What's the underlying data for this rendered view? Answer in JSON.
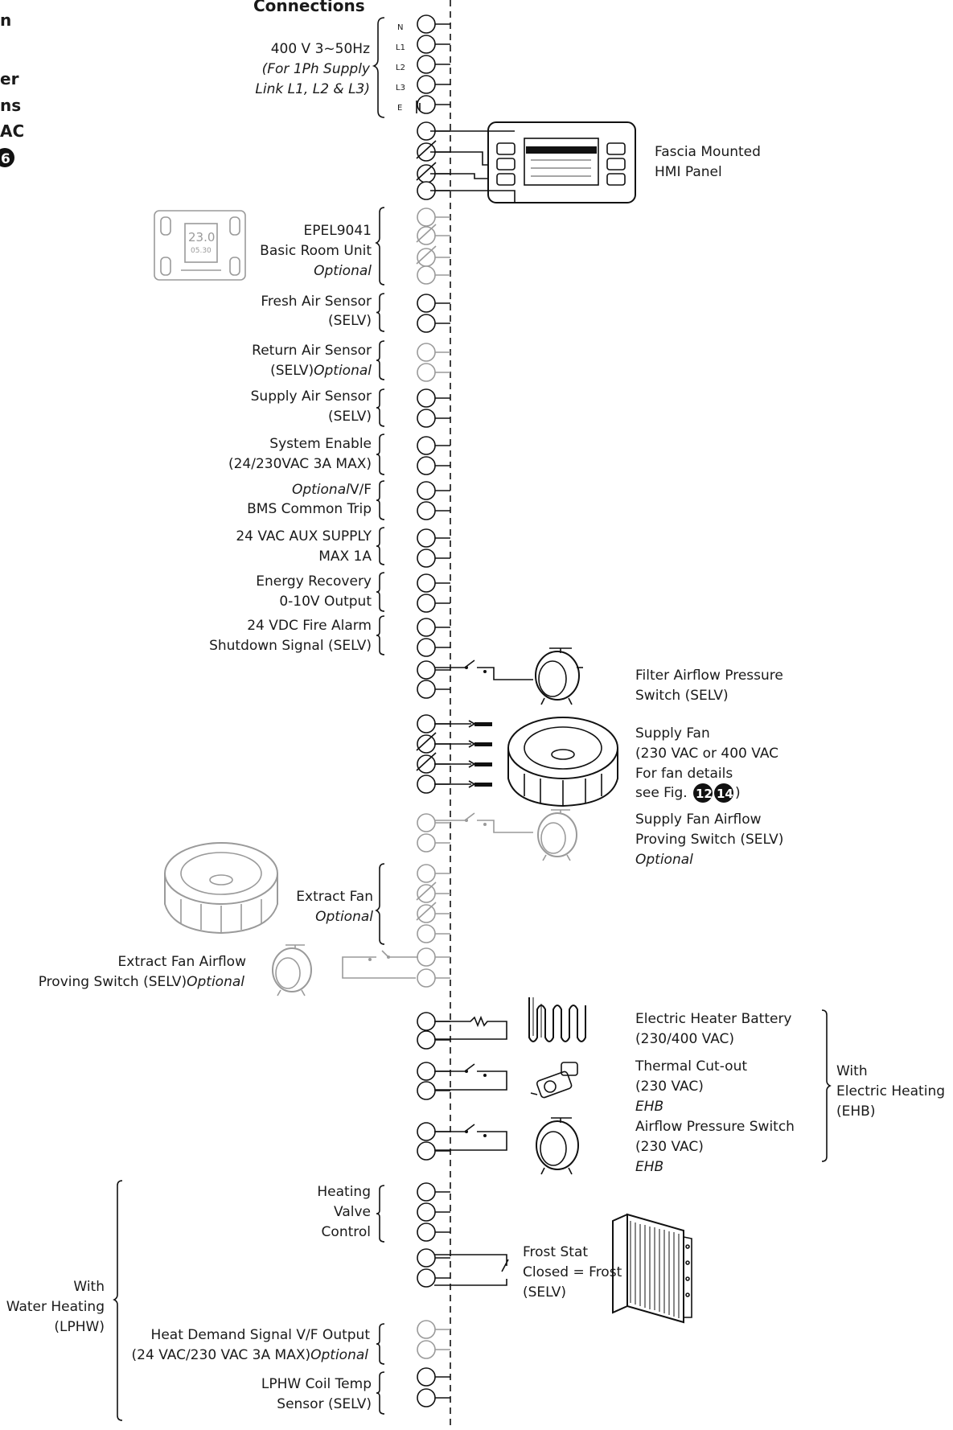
{
  "title": "Connections",
  "side_fragments": [
    "n",
    "er",
    "ns",
    "AC",
    "6"
  ],
  "supply_terminals": [
    "N",
    "L1",
    "L2",
    "L3",
    "E"
  ],
  "labels": {
    "supply_1": "400 V 3~50Hz",
    "supply_2": "(For 1Ph Supply",
    "supply_3": "Link L1, L2 & L3)",
    "hmi_1": "Fascia Mounted",
    "hmi_2": "HMI Panel",
    "room_1": "EPEL9041",
    "room_2": "Basic Room Unit",
    "room_3": "Optional",
    "fresh_1": "Fresh Air Sensor",
    "fresh_2": "(SELV)",
    "return_1": "Return Air Sensor",
    "return_2a": "(SELV)",
    "return_2b": "Optional",
    "supplysens_1": "Supply Air Sensor",
    "supplysens_2": "(SELV)",
    "enable_1": "System Enable",
    "enable_2": "(24/230VAC 3A MAX)",
    "bms_1a": "Optional",
    "bms_1b": "V/F",
    "bms_2": "BMS Common Trip",
    "aux_1": "24 VAC AUX SUPPLY",
    "aux_2": "MAX 1A",
    "er_1": "Energy Recovery",
    "er_2": "0-10V Output",
    "fire_1": "24 VDC Fire Alarm",
    "fire_2": "Shutdown Signal (SELV)",
    "filter_1": "Filter Airflow Pressure",
    "filter_2": "Switch (SELV)",
    "sfan_1": "Supply Fan",
    "sfan_2": "(230 VAC or 400 VAC",
    "sfan_3": "For fan details",
    "sfan_4": "see Fig.",
    "sfan_badge1": "12",
    "sfan_badge2": "14",
    "sfan_5": ")",
    "sfp_1": "Supply Fan Airflow",
    "sfp_2": "Proving Switch (SELV)",
    "sfp_3": "Optional",
    "efan_1": "Extract Fan",
    "efan_2": "Optional",
    "efp_1": "Extract Fan Airflow",
    "efp_2a": "Proving Switch (SELV)",
    "efp_2b": "Optional",
    "ehb_1": "Electric Heater Battery",
    "ehb_2": "(230/400 VAC)",
    "tco_1": "Thermal Cut-out",
    "tco_2": "(230 VAC)",
    "tco_3": "EHB",
    "aps_1": "Airflow Pressure Switch",
    "aps_2": "(230 VAC)",
    "aps_3": "EHB",
    "with_eh_1": "With",
    "with_eh_2": "Electric Heating",
    "with_eh_3": "(EHB)",
    "hv_1": "Heating",
    "hv_2": "Valve",
    "hv_3": "Control",
    "frost_1": "Frost Stat",
    "frost_2": "Closed = Frost",
    "frost_3": "(SELV)",
    "with_wh_1": "With",
    "with_wh_2": "Water Heating",
    "with_wh_3": "(LPHW)",
    "hd_1": "Heat Demand Signal V/F Output",
    "hd_2a": "(24 VAC/230 VAC 3A MAX)",
    "hd_2b": "Optional",
    "lphw_1": "LPHW Coil Temp",
    "lphw_2": "Sensor (SELV)"
  },
  "room_unit_display": "23.0",
  "room_unit_sub": "05.30"
}
